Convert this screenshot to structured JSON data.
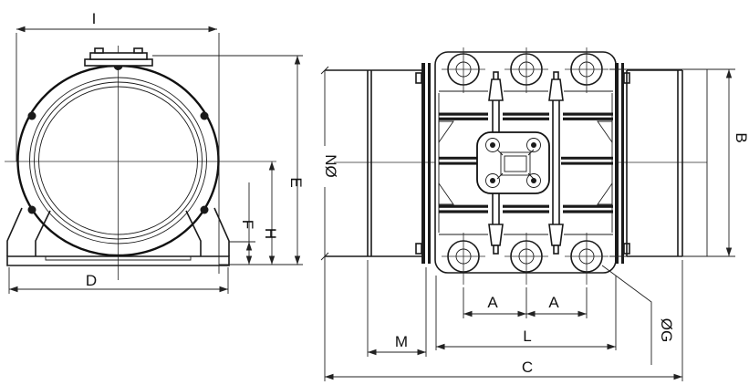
{
  "drawing": {
    "colors": {
      "line": "#1a1a1a",
      "background": "#ffffff"
    },
    "labels": {
      "front_view": {
        "width": "I",
        "base_width": "D",
        "overall_height": "E",
        "foot_height": "F",
        "center_height": "H"
      },
      "side_view": {
        "cover_diameter": "NØ",
        "hole_spacing_vertical": "B",
        "hole_pitch_left": "A",
        "hole_pitch_right": "A",
        "cover_length": "M",
        "body_length": "L",
        "overall_length": "C",
        "hole_diameter": "ØG"
      }
    }
  }
}
